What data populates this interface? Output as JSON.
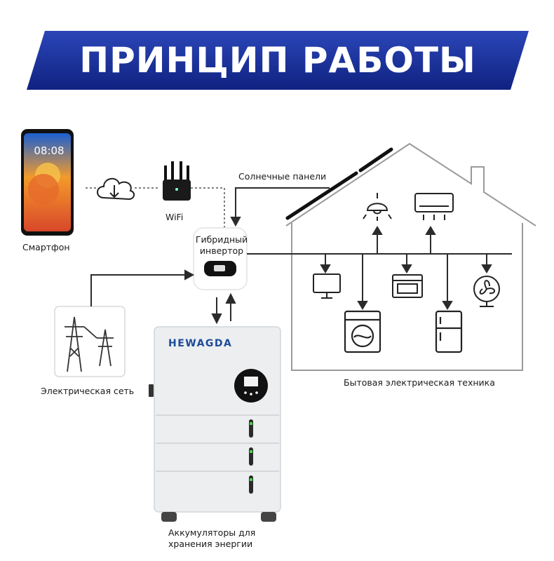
{
  "title": "ПРИНЦИП РАБОТЫ",
  "labels": {
    "smartphone": "Смартфон",
    "wifi": "WiFi",
    "solar_panels": "Солнечные панели",
    "inverter_line1": "Гибридный",
    "inverter_line2": "инвертор",
    "grid": "Электрическая сеть",
    "appliances": "Бытовая электрическая техника",
    "battery_line1": "Аккумуляторы для",
    "battery_line2": "хранения энергии"
  },
  "phone_clock": "08:08",
  "brand": "HEWAGDA",
  "colors": {
    "banner": "#1a2e8f",
    "banner_edge": "#0b1a66",
    "line": "#2b2b2b",
    "house_outline": "#9a9a9a",
    "battery_body": "#eceef0",
    "brand_text": "#1d4a9a"
  },
  "icons": [
    "smartphone-icon",
    "cloud-download-icon",
    "wifi-router-icon",
    "solar-panel-icon",
    "inverter-icon",
    "power-tower-icon",
    "battery-cabinet-icon",
    "house-icon",
    "ceiling-lamp-icon",
    "air-conditioner-icon",
    "monitor-icon",
    "washing-machine-icon",
    "oven-icon",
    "refrigerator-icon",
    "fan-icon"
  ]
}
